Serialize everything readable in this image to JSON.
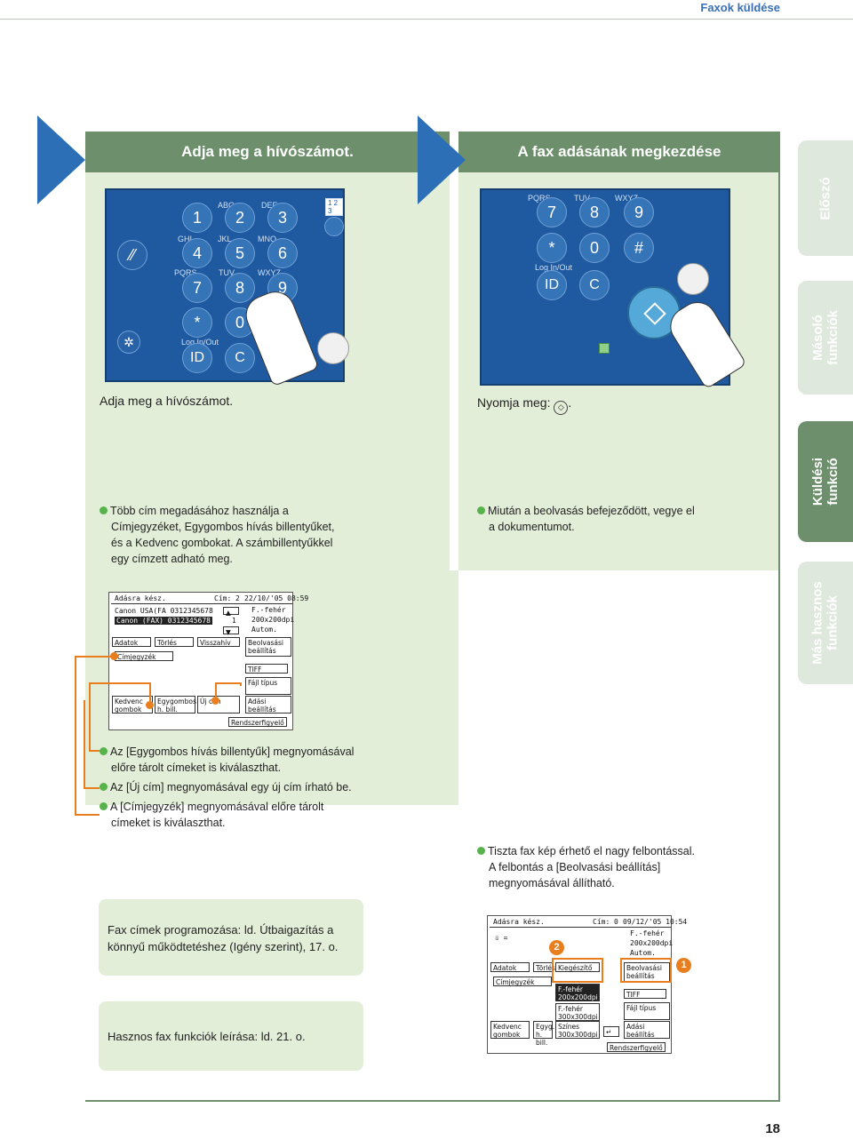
{
  "header": {
    "section_title": "Faxok küldése"
  },
  "steps": [
    {
      "title": "Adja meg a hívószámot.",
      "caption": "Adja meg a hívószámot."
    },
    {
      "title": "A fax adásának megkezdése",
      "caption": "Nyomja meg:",
      "caption_suffix": "."
    }
  ],
  "keypad_left": {
    "labels": [
      "ABC",
      "DEF",
      "GHI",
      "JKL",
      "MNO",
      "PQRS",
      "TUV",
      "WXYZ",
      "Log In/Out",
      "1 2 3"
    ],
    "keys": [
      "1",
      "2",
      "3",
      "4",
      "5",
      "6",
      "7",
      "8",
      "9",
      "*",
      "0",
      "#",
      "ID",
      "C"
    ]
  },
  "keypad_right": {
    "labels": [
      "PQRS",
      "TUV",
      "WXYZ",
      "Log In/Out"
    ],
    "keys": [
      "7",
      "8",
      "9",
      "*",
      "0",
      "#",
      "ID",
      "C"
    ]
  },
  "notes_left": [
    "Több cím megadásához használja a",
    "Címjegyzéket, Egygombos hívás billentyűket,",
    "és a Kedvenc gombokat. A számbillentyűkkel",
    "egy címzett adható meg."
  ],
  "notes_right": [
    "Miután a beolvasás befejeződött, vegye el",
    "a dokumentumot."
  ],
  "screen_left": {
    "status": "Adásra kész.",
    "cim": "Cím:",
    "count": "2",
    "datetime": "22/10/'05 08:59",
    "entry1": "Canon USA(FA 0312345678",
    "entry2": "Canon (FAX) 0312345678",
    "page": "1",
    "res1": "F.-fehér",
    "res2": "200x200dpi",
    "res3": "Autom.",
    "tab_adatok": "Adatok",
    "tab_tortenet": "Törlés",
    "tab_visszahiv": "Visszahív",
    "scan_settings": "Beolvasási beállítás",
    "cimjegyzek": "Címjegyzék",
    "tiff": "TIFF",
    "fajl_tipus": "Fájl típus",
    "kedvenc": "Kedvenc gombok",
    "egygombos": "Egygombos h. bill.",
    "uj_cim": "Új cím",
    "adasi": "Adási beállítás",
    "rendszer": "Rendszerfigyelő"
  },
  "bottom_notes": [
    "Az [Egygombos hívás billentyűk] megnyomásával",
    "előre tárolt címeket is kiválaszthat.",
    "Az [Új cím] megnyomásával egy új cím írható be.",
    "A [Címjegyzék] megnyomásával előre tárolt",
    "címeket is kiválaszthat."
  ],
  "resolution_note": [
    "Tiszta fax kép érhető el nagy felbontással.",
    "A felbontás a [Beolvasási beállítás]",
    "megnyomásával állítható."
  ],
  "screen_right": {
    "status": "Adásra kész.",
    "cim": "Cím:",
    "count": "0",
    "datetime": "09/12/'05 10:54",
    "res1": "F.-fehér",
    "res2": "200x200dpi",
    "res3": "Autom.",
    "tab_adatok": "Adatok",
    "tab_torles": "Törlés",
    "kiegeszito": "Kiegészítő",
    "scan_settings": "Beolvasási beállítás",
    "cimjegyzek": "Címjegyzék",
    "opt1a": "F.-fehér",
    "opt1b": "200x200dpi",
    "opt2a": "F.-fehér",
    "opt2b": "300x300dpi",
    "opt3a": "Színes",
    "opt3b": "300x300dpi",
    "tiff": "TIFF",
    "fajl_tipus": "Fájl típus",
    "kedvenc": "Kedvenc gombok",
    "egygombos": "Egyg. h. bill.",
    "adasi": "Adási beállítás",
    "rendszer": "Rendszerfigyelő",
    "badge1": "1",
    "badge2": "2"
  },
  "info_boxes": [
    "Fax címek programozása: ld. Útbaigazítás a",
    "könnyű működtetéshez (Igény szerint), 17. o.",
    "Hasznos fax funkciók leírása: ld. 21. o."
  ],
  "side_tabs": [
    "Előszó",
    "Másoló",
    "funkciók",
    "Küldési",
    "funkció",
    "Más hasznos",
    "funkciók"
  ],
  "page_number": "18",
  "colors": {
    "accent_green": "#6d8f6c",
    "panel_bg": "#e3eed9",
    "arrow_blue": "#2d6fb7",
    "highlight_orange": "#e87e1e",
    "title_blue": "#3a6fb5"
  }
}
